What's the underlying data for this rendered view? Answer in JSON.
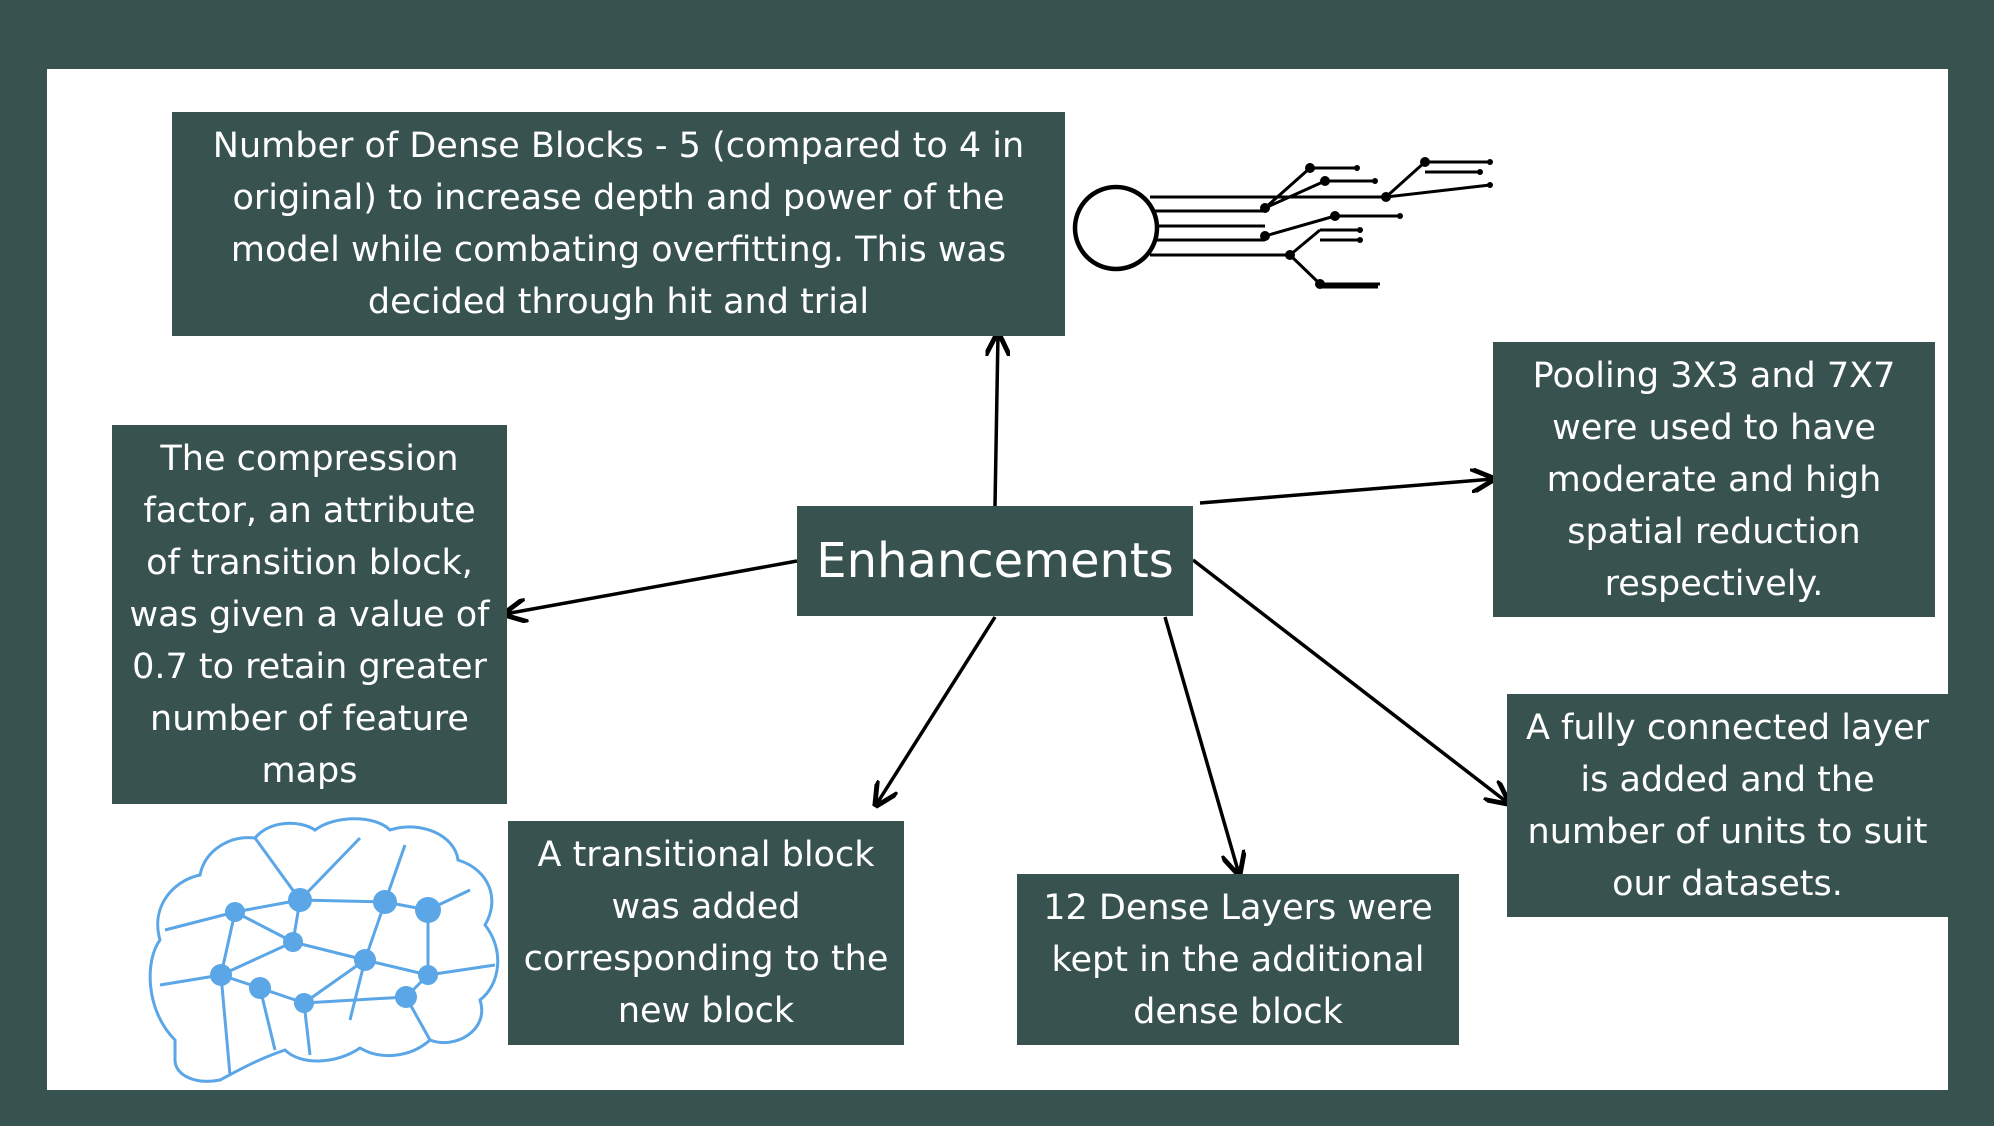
{
  "diagram": {
    "center": "Enhancements",
    "nodes": [
      {
        "id": "dense-blocks",
        "text": "Number of Dense Blocks - 5 (compared to 4 in original) to increase depth and power of the model while combating overfitting. This was decided through hit and trial"
      },
      {
        "id": "compression",
        "text": "The compression factor, an attribute of transition block, was given a value of 0.7 to retain greater number of feature maps"
      },
      {
        "id": "pooling",
        "text": "Pooling 3X3 and 7X7 were used to have moderate and high spatial reduction respectively."
      },
      {
        "id": "transitional",
        "text": "A transitional block was added corresponding to the new block"
      },
      {
        "id": "dense-layers",
        "text": "12 Dense Layers were kept in the additional dense block"
      },
      {
        "id": "fully-connected",
        "text": "A fully connected layer is added and the number of units to suit our datasets."
      }
    ],
    "icons": [
      "neuron-icon",
      "brain-network-icon"
    ]
  },
  "colors": {
    "frame": "#38534f",
    "box": "#38534f",
    "box_text": "#ffffff",
    "canvas": "#ffffff",
    "arrow": "#000000",
    "brain": "#5aa6e6"
  }
}
